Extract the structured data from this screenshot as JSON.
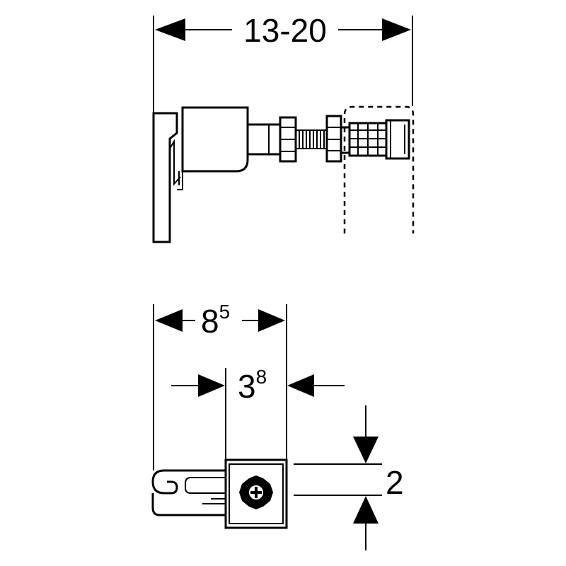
{
  "dimensions": {
    "top_width": "13-20",
    "outer_base": "8",
    "outer_sup": "5",
    "inner_base": "3",
    "inner_sup": "8",
    "height": "2"
  }
}
